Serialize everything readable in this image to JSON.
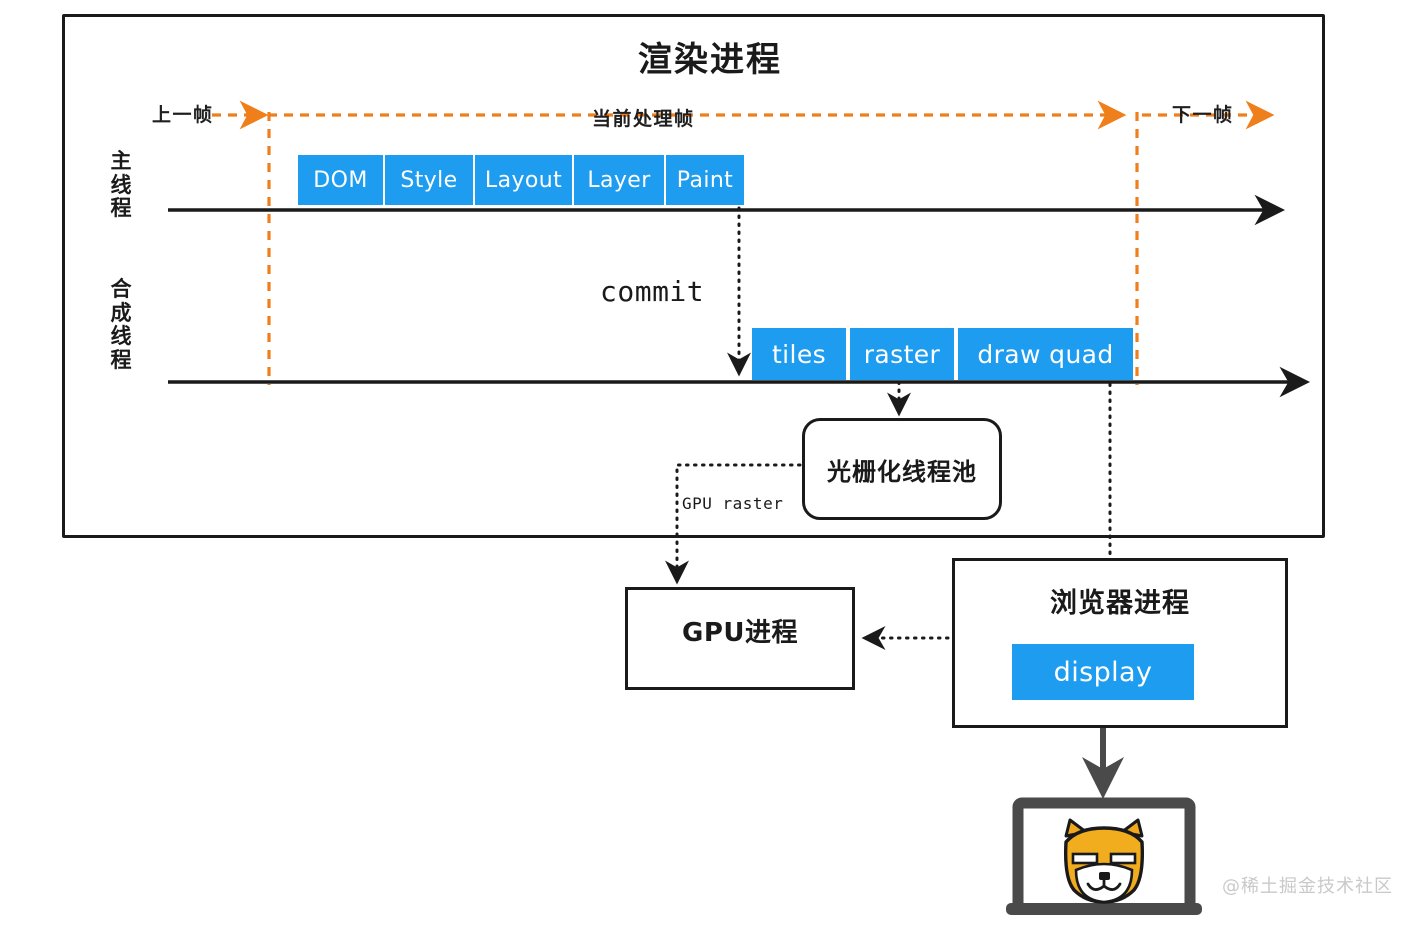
{
  "diagram": {
    "title": "渲染进程",
    "watermark": "@稀土掘金技术社区",
    "colors": {
      "chip_blue": "#1e9cf0",
      "frame_orange": "#ef7f1a",
      "stroke_black": "#1a1a1a",
      "watermark_gray": "#c9c9c9"
    }
  },
  "frames": {
    "previous": "上一帧",
    "current": "当前处理帧",
    "next": "下一帧"
  },
  "threads": {
    "main": {
      "label": "主线程",
      "tasks": [
        {
          "name": "DOM"
        },
        {
          "name": "Style"
        },
        {
          "name": "Layout"
        },
        {
          "name": "Layer"
        },
        {
          "name": "Paint"
        }
      ]
    },
    "compositor": {
      "label": "合成线程",
      "tasks": [
        {
          "name": "tiles"
        },
        {
          "name": "raster"
        },
        {
          "name": "draw quad"
        }
      ]
    }
  },
  "edges": {
    "commit": "commit",
    "gpu_raster": "GPU raster"
  },
  "nodes": {
    "raster_thread_pool": "光栅化线程池",
    "gpu_process": "GPU进程",
    "browser_process": "浏览器进程",
    "display": "display"
  },
  "device": {
    "name": "laptop-screen",
    "content_icon": "shiba-dog-face"
  }
}
